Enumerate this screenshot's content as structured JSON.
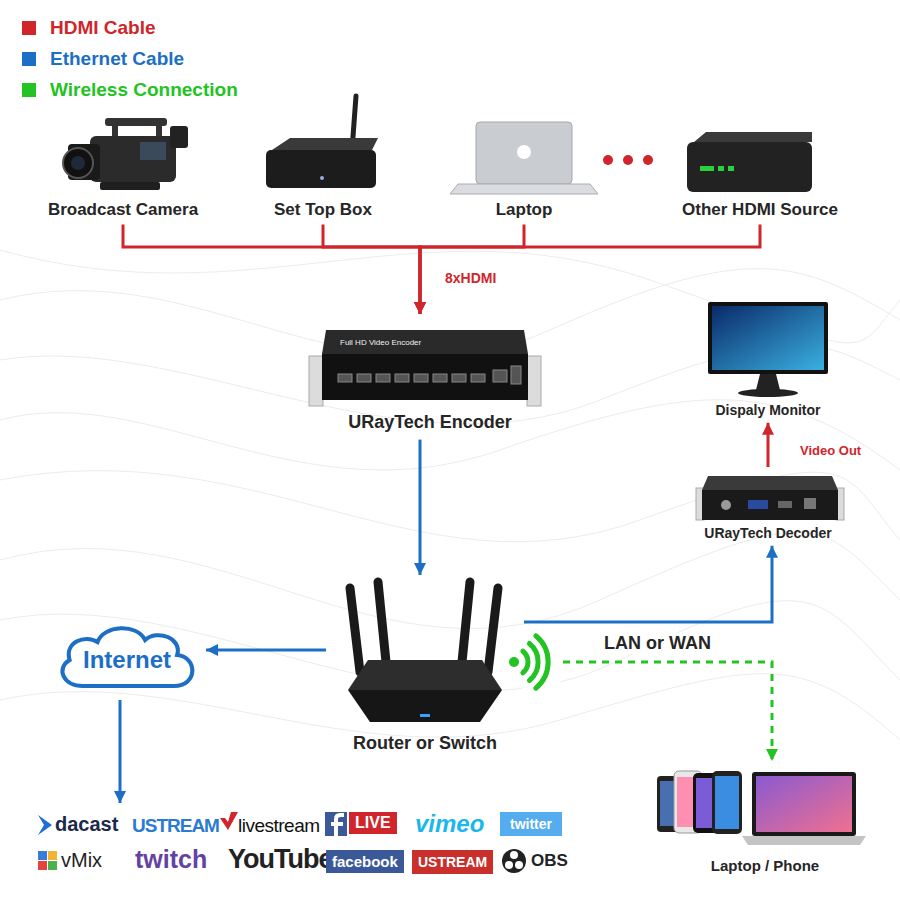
{
  "diagram": {
    "nodes": [
      {
        "text": [
          "Broadcast Camera"
        ]
      },
      {
        "text": [
          "Set Top Box"
        ]
      },
      {
        "text": [
          "Laptop"
        ]
      },
      {
        "text": [
          "Other HDMI Source"
        ]
      },
      {
        "text": [
          "URayTech Encoder"
        ]
      },
      {
        "text": [
          "Dispaly Monitor"
        ]
      },
      {
        "text": [
          "URayTech Decoder"
        ]
      },
      {
        "text": [
          "Internet"
        ]
      },
      {
        "text": [
          "Router or Switch"
        ]
      },
      {
        "text": [
          "Laptop / Phone"
        ]
      }
    ],
    "edges": [
      {
        "from": 0,
        "to": 4,
        "arrow": "to"
      },
      {
        "from": 1,
        "to": 4,
        "arrow": "to"
      },
      {
        "from": 2,
        "to": 4,
        "label": "8xHDMI",
        "arrow": "to"
      },
      {
        "from": 3,
        "to": 4,
        "arrow": "to"
      },
      {
        "from": 6,
        "to": 5,
        "label": "Video Out",
        "arrow": "to"
      },
      {
        "from": 4,
        "to": 8,
        "arrow": "to"
      },
      {
        "from": 8,
        "to": 7,
        "arrow": "to"
      },
      {
        "from": 8,
        "to": 6,
        "label": "LAN or WAN",
        "arrow": "to"
      },
      {
        "from": 8,
        "to": 9,
        "arrow": "to"
      }
    ],
    "labels": [
      "Full HD Video Encoder",
      "dacast",
      "USTREAM",
      "livestream",
      "LIVE",
      "vimeo",
      "twitter",
      "vMix",
      "twitch",
      "YouTube",
      "facebook",
      "USTREAM",
      "OBS"
    ],
    "legend": [
      {
        "text": "HDMI Cable",
        "color": "#d0262b"
      },
      {
        "text": "Ethernet Cable",
        "color": "#1c6fc4"
      },
      {
        "text": "Wireless Connection",
        "color": "#22c322"
      }
    ]
  }
}
